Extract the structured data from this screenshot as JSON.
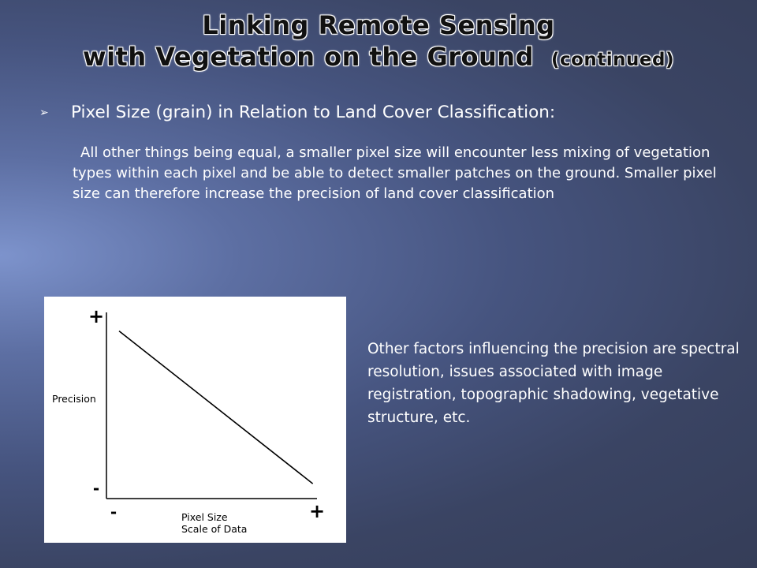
{
  "slide": {
    "title_line1": "Linking Remote Sensing",
    "title_line2": "with Vegetation on the Ground",
    "title_continued": "(continued)",
    "bullet_text": "Pixel Size (grain) in Relation to Land Cover Classification:",
    "paragraph": "All other things being equal, a smaller pixel size will encounter less mixing of vegetation types within each pixel and be able to detect smaller patches on the ground. Smaller pixel size can therefore increase the precision of land cover classification",
    "side_text": "Other factors influencing the precision are spectral resolution, issues associated with image registration, topographic shadowing, vegetative structure, etc."
  },
  "chart_data": {
    "type": "line",
    "title": "",
    "xlabel_line1": "Pixel Size",
    "xlabel_line2": "Scale of Data",
    "ylabel": "Precision",
    "x_min_label": "-",
    "x_max_label": "+",
    "y_min_label": "-",
    "y_max_label": "+",
    "series": [
      {
        "x": [
          0.06,
          0.98
        ],
        "y": [
          0.9,
          0.08
        ]
      }
    ],
    "xlim": [
      0,
      1
    ],
    "ylim": [
      0,
      1
    ],
    "grid": false
  }
}
